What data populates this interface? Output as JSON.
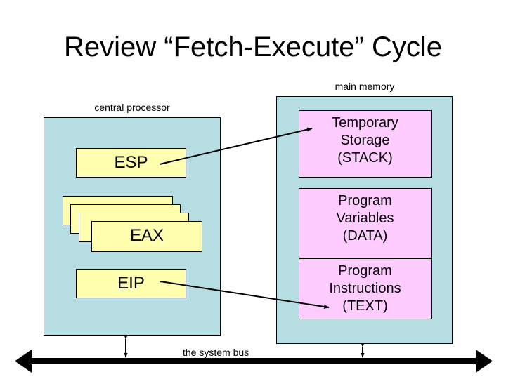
{
  "slide": {
    "title": "Review “Fetch-Execute” Cycle",
    "background_color": "#ffffff"
  },
  "colors": {
    "container_fill": "#b6dde2",
    "register_fill": "#ffffaf",
    "segment_fill": "#ffccff",
    "stroke": "#000000"
  },
  "cpu": {
    "caption": "central processor",
    "registers": [
      {
        "label": "ESP",
        "name": "register-esp"
      },
      {
        "label": "",
        "name": "register-stack-hidden-1"
      },
      {
        "label": "",
        "name": "register-stack-hidden-2"
      },
      {
        "label": "",
        "name": "register-stack-hidden-3"
      },
      {
        "label": "EAX",
        "name": "register-eax"
      },
      {
        "label": "EIP",
        "name": "register-eip"
      }
    ]
  },
  "memory": {
    "caption": "main memory",
    "segments": [
      {
        "line1": "Temporary",
        "line2": "Storage",
        "line3": "(STACK)"
      },
      {
        "line1": "Program",
        "line2": "Variables",
        "line3": "(DATA)"
      },
      {
        "line1": "Program",
        "line2": "Instructions",
        "line3": "(TEXT)"
      }
    ]
  },
  "bus": {
    "label": "the system bus"
  },
  "arrows": [
    {
      "name": "arrow-esp-to-stack",
      "from": "ESP",
      "to": "Temporary Storage (STACK)"
    },
    {
      "name": "arrow-eip-to-text",
      "from": "EIP",
      "to": "Program Instructions (TEXT)"
    },
    {
      "name": "bus-connector-cpu",
      "from": "central processor",
      "to": "the system bus"
    },
    {
      "name": "bus-connector-memory",
      "from": "main memory",
      "to": "the system bus"
    }
  ]
}
